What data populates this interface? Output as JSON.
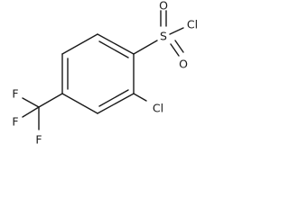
{
  "molecule": {
    "atoms": {
      "sulfur": "S",
      "sulfonyl_chlorine": "Cl",
      "oxygen_top": "O",
      "oxygen_bottom": "O",
      "ring_chlorine": "Cl",
      "fluorine_top": "F",
      "fluorine_left": "F",
      "fluorine_bottom": "F"
    }
  }
}
